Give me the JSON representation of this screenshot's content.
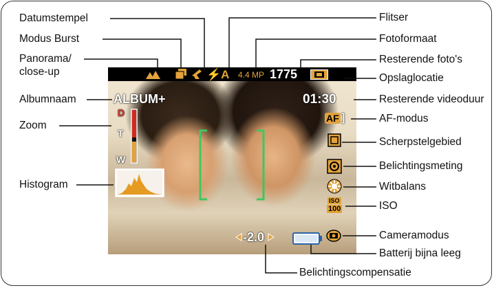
{
  "left_labels": {
    "datumstempel": "Datumstempel",
    "modus_burst": "Modus Burst",
    "panorama_line1": "Panorama/",
    "panorama_line2": "close-up",
    "albumnaam": "Albumnaam",
    "zoom": "Zoom",
    "histogram": "Histogram"
  },
  "right_labels": {
    "flitser": "Flitser",
    "fotoformaat": "Fotoformaat",
    "resterende_fotos": "Resterende foto's",
    "opslaglocatie": "Opslaglocatie",
    "resterende_videoduur": "Resterende videoduur",
    "af_modus": "AF-modus",
    "scherpstelgebied": "Scherpstelgebied",
    "belichtingsmeting": "Belichtingsmeting",
    "witbalans": "Witbalans",
    "iso": "ISO",
    "cameramodus": "Cameramodus",
    "batterij": "Batterij bijna leeg"
  },
  "bottom_labels": {
    "belichtingscompensatie": "Belichtingscompensatie"
  },
  "screen": {
    "flash_glyph": "⚡A",
    "megapixels": "4.4 MP",
    "shots_remaining": "1775",
    "album_name": "ALBUM+",
    "video_time": "01:30",
    "zoom_d": "D",
    "zoom_t": "T",
    "zoom_w": "W",
    "af_glyph": "AF",
    "iso_top": "ISO",
    "iso_bottom": "100",
    "exposure_value": "-2.0"
  },
  "colors": {
    "overlay_orange": "#e3a33a",
    "zoom_red": "#d22a1f",
    "focus_green": "#3ec760"
  }
}
